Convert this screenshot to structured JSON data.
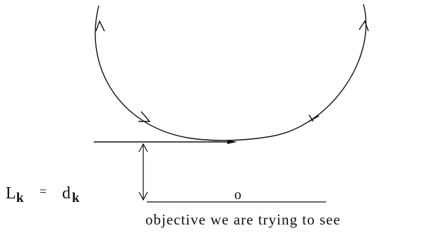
{
  "equation": {
    "lhs_base": "L",
    "lhs_sub": "k",
    "operator": "=",
    "rhs_base": "d",
    "rhs_sub": "k"
  },
  "point_marker": "o",
  "caption": "objective we are trying to see",
  "colors": {
    "ink": "#111111",
    "background": "#ffffff"
  }
}
